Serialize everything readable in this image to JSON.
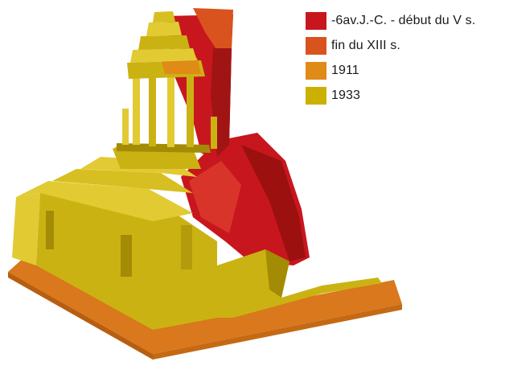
{
  "colors": {
    "period_1": "#c8161e",
    "period_2": "#d9531e",
    "period_3": "#e08a18",
    "period_4": "#ccb000",
    "base_plate": "#d9781c",
    "yellow_light": "#e2ca33",
    "yellow_mid": "#cbb213",
    "yellow_dark": "#a38b05",
    "red_light": "#d9342a",
    "red_dark": "#9d1010"
  },
  "legend": {
    "items": [
      {
        "label": "-6av.J.-C. - début du V s.",
        "color": "#c8161e"
      },
      {
        "label": "fin du XIII s.",
        "color": "#d9531e"
      },
      {
        "label": "1911",
        "color": "#e08a18"
      },
      {
        "label": "1933",
        "color": "#ccb000"
      }
    ]
  }
}
